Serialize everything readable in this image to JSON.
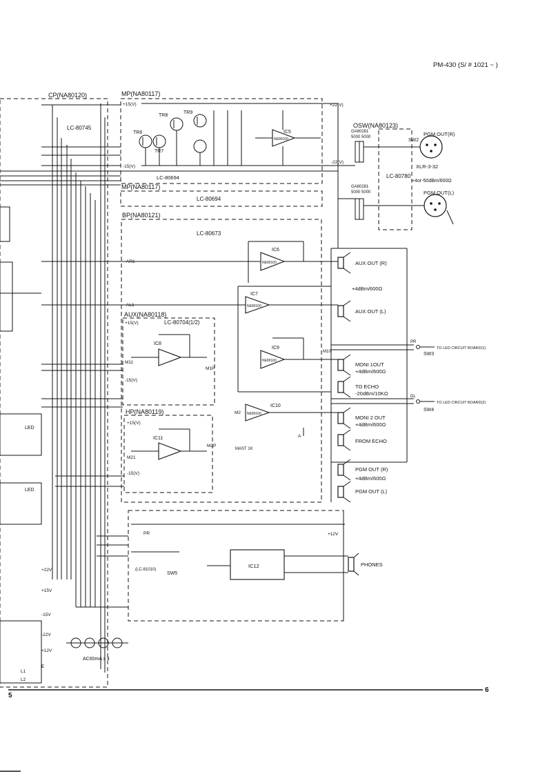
{
  "header": {
    "model_ref": "PM-430 (S/ # 1021 ~ )"
  },
  "page_numbers": {
    "left": "5",
    "right": "6"
  },
  "boards": [
    {
      "id": "cp",
      "title": "CP(NA80120)",
      "part": "LC-80745"
    },
    {
      "id": "mp1",
      "title": "MP(NA80117)",
      "part": "LC-80694"
    },
    {
      "id": "mp2",
      "title": "MP(NA80117)",
      "part": "LC-80694"
    },
    {
      "id": "bp",
      "title": "BP(NA80121)",
      "part": "LC-80673"
    },
    {
      "id": "aux",
      "title": "AUX(NA80118)",
      "part": "LC-80704(1/2)"
    },
    {
      "id": "hp",
      "title": "HP(NA80119)",
      "part": ""
    },
    {
      "id": "osw",
      "title": "OSW(NA80123)",
      "part": "LC-80780"
    }
  ],
  "ics": [
    {
      "id": "ic5",
      "label": "IC5",
      "type": "NE80100"
    },
    {
      "id": "ic6",
      "label": "IC6",
      "type": "NE80100"
    },
    {
      "id": "ic7",
      "label": "IC7",
      "type": "NE80100"
    },
    {
      "id": "ic8",
      "label": "IC8",
      "type": ""
    },
    {
      "id": "ic9",
      "label": "IC9",
      "type": "NE80100"
    },
    {
      "id": "ic10",
      "label": "IC10",
      "type": "NE80100"
    },
    {
      "id": "ic11",
      "label": "IC11",
      "type": ""
    },
    {
      "id": "ic12",
      "label": "IC12",
      "type": ""
    }
  ],
  "transistors": [
    "TR6",
    "TR7",
    "TR8",
    "TR9"
  ],
  "outputs": [
    {
      "id": "aux-out-r",
      "label": "AUX OUT (R)",
      "spec": "+4dBm/600Ω"
    },
    {
      "id": "aux-out-l",
      "label": "AUX OUT (L)",
      "spec": ""
    },
    {
      "id": "moni1",
      "label": "MONI 1OUT",
      "spec": "+4dBm/600Ω"
    },
    {
      "id": "to-echo",
      "label": "TO ECHO",
      "spec": "-20dBm/10KΩ"
    },
    {
      "id": "moni2",
      "label": "MONI 2 OUT",
      "spec": "+4dBm/600Ω"
    },
    {
      "id": "from-echo",
      "label": "FROM ECHO",
      "spec": ""
    },
    {
      "id": "pgm-out-r",
      "label": "PGM OUT (R)",
      "spec": "+4dBm/600Ω"
    },
    {
      "id": "pgm-out-l",
      "label": "PGM OUT (L)",
      "spec": ""
    },
    {
      "id": "phones",
      "label": "PHONES",
      "spec": ""
    }
  ],
  "xlr": {
    "right_label": "PGM OUT(R)",
    "left_label": "PGM OUT(L)",
    "type": "XLR-3-32",
    "level": "+4or-50dBm/600Ω",
    "switch": "SW2",
    "transformer_a": "GA80281",
    "transformer_b": "GA80281",
    "ratio": "5000 5000"
  },
  "switches": {
    "sw3": "SW3",
    "sw4": "SW4",
    "sw3_note": "TO LED CIRCUIT BOARD(1)",
    "sw4_note": "TO LED CIRCUIT BOARD(2)",
    "sw5": "SW5",
    "sw5_board": "(LC-81010)"
  },
  "rails": {
    "p15": "+15(V)",
    "m15": "-15(V)",
    "p22": "+22(V)",
    "m22": "-22(V)",
    "p12": "+12V",
    "p22_out": "+22V",
    "m22_out": "-22V",
    "p15_out": "+15V",
    "m15_out": "-15V"
  },
  "left_labels": {
    "led1": "LED",
    "led2": "LED",
    "fuse_label": "AC60mA x 4",
    "e": "E",
    "l1": "L1",
    "l2": "L2"
  },
  "nets": {
    "ar1": "AR1",
    "al1": "AL1",
    "m11": "M11",
    "m21": "M21",
    "m2p": "M2P",
    "m1p": "M1P",
    "m10": "M10",
    "m2": "M2",
    "pr": "PR",
    "dl": "DL",
    "a": "A",
    "mast": "MAST 1K"
  }
}
